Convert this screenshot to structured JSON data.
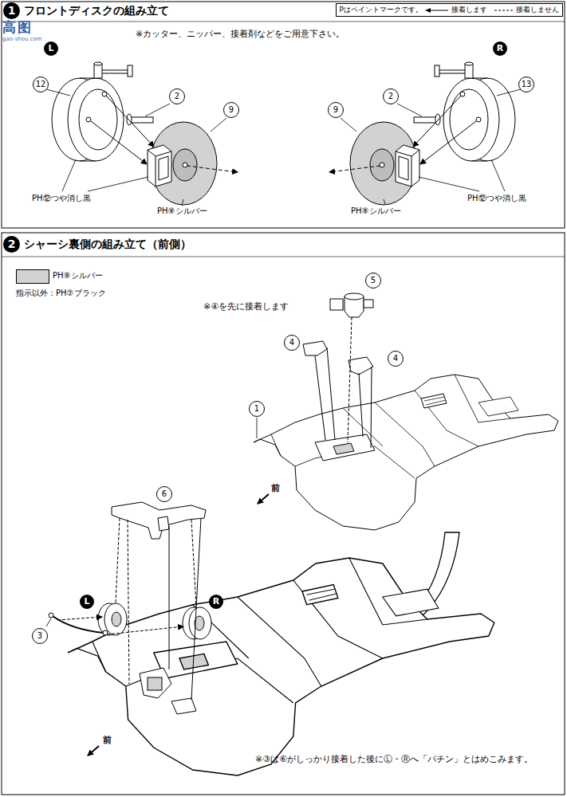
{
  "diagram": {
    "labels": [
      "1",
      "フロントディスクの組み立て",
      "Pはペイントマークです。",
      "※カッター、ニッパー、接着剤などをご用意下さい。",
      "L",
      "12",
      "2",
      "9",
      "PH⑫つや消し黒",
      "PH⑧シルバー",
      "R",
      "9",
      "2",
      "13",
      "PH⑧シルバー",
      "PH⑫つや消し黒",
      "2",
      "シャーシ裏側の組み立て（前側）",
      "指示以外：PH②ブラック",
      "※④を先に接着します",
      "5",
      "4",
      "4",
      "1",
      "前",
      "6",
      "L",
      "R",
      "3",
      "前",
      "※③は⑥がしっかり接着した後にⓁ・Ⓡへ「パチン」とはめこみます。",
      "高",
      "图",
      "gao-shou.com"
    ],
    "legend": [
      {
        "text": "PH⑧シルバー",
        "color": "#d2d2d2"
      },
      {
        "text": "接着します"
      },
      {
        "text": "接着しません"
      }
    ]
  }
}
